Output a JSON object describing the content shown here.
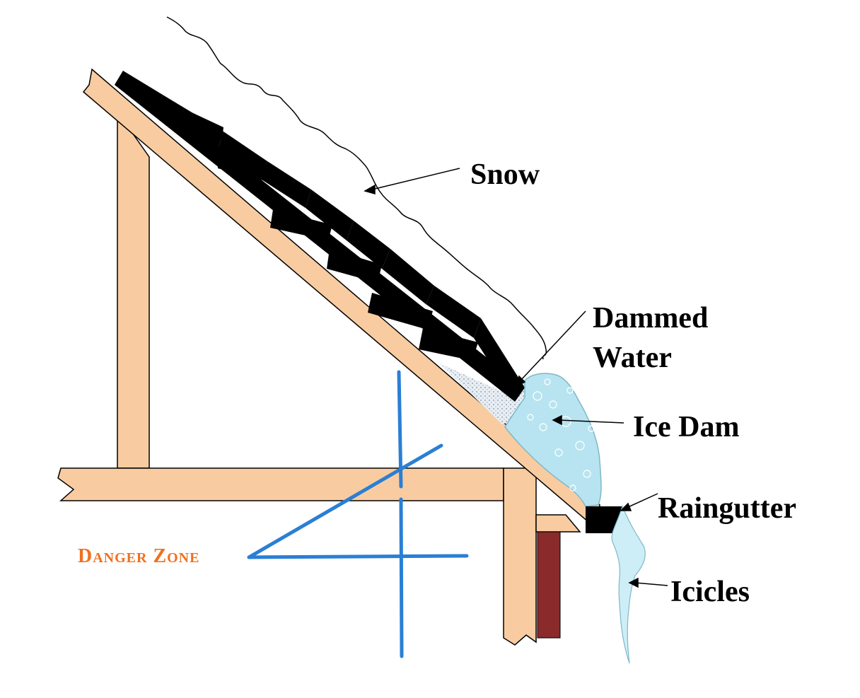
{
  "labels": {
    "snow": "Snow",
    "dammed_water_line1": "Dammed",
    "dammed_water_line2": "Water",
    "ice_dam": "Ice Dam",
    "raingutter": "Raingutter",
    "icicles": "Icicles",
    "danger_zone": "Danger Zone"
  },
  "colors": {
    "wood": "#f8cca0",
    "wood_outline": "#000000",
    "shingle": "#000000",
    "ice": "#b7e4f0",
    "ice_outline": "#7fb8c8",
    "icicle": "#cdeef6",
    "fascia": "#8a2a2a",
    "gutter": "#000000",
    "dammed_water": "#d4dde6",
    "danger_text": "#f07020",
    "danger_marks": "#2a7fd4"
  }
}
